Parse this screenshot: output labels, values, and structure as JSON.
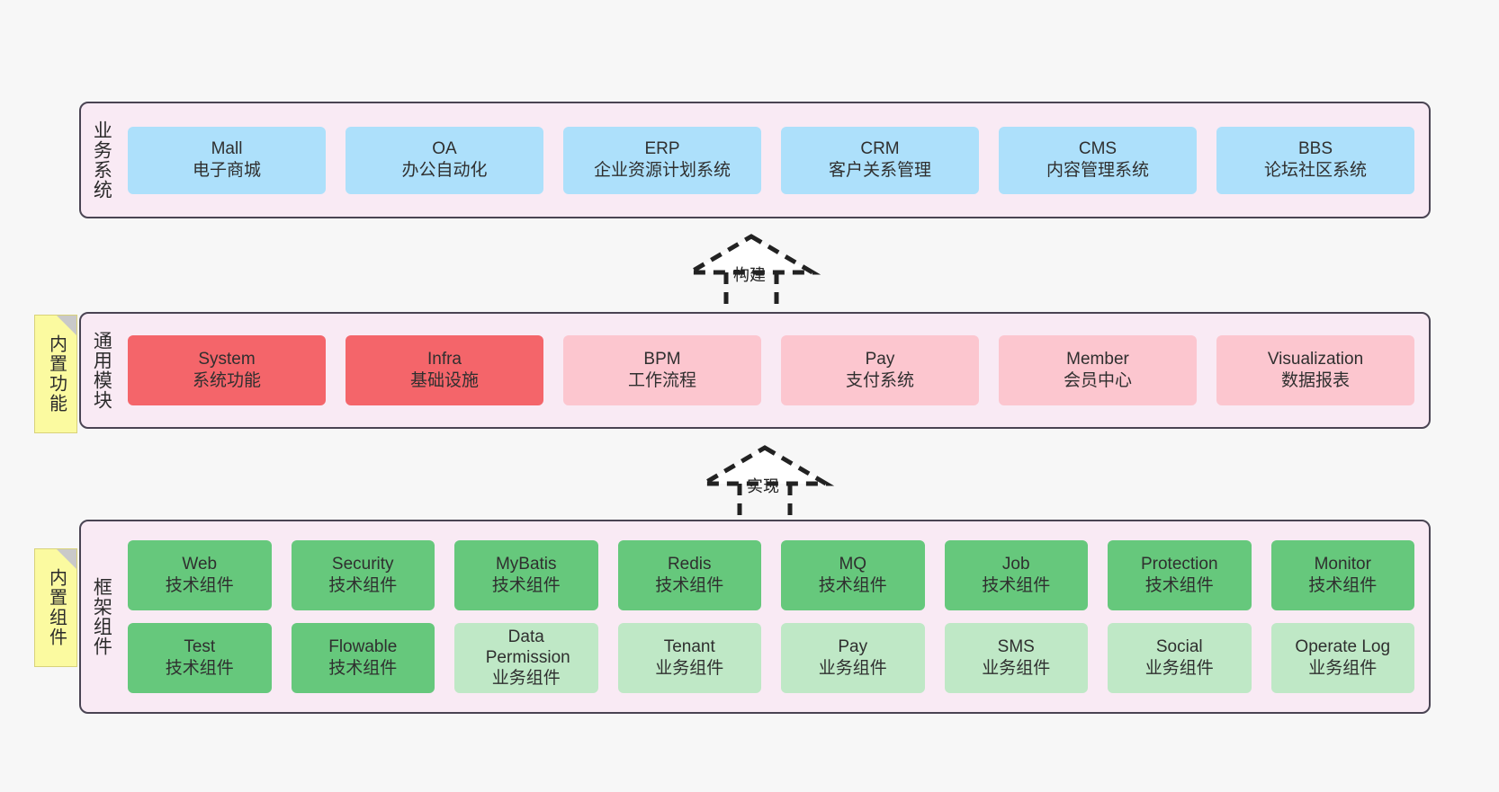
{
  "diagram": {
    "background_color": "#f7f7f7",
    "container_fill": "#f9eaf4",
    "container_border": "#4a4453"
  },
  "layers": [
    {
      "id": "business-systems",
      "title": "业务系统",
      "rows": [
        {
          "cards": [
            {
              "name": "Mall",
              "desc": "电子商城",
              "color": "#ade0fb",
              "style": "c-blue"
            },
            {
              "name": "OA",
              "desc": "办公自动化",
              "color": "#ade0fb",
              "style": "c-blue"
            },
            {
              "name": "ERP",
              "desc": "企业资源计划系统",
              "color": "#ade0fb",
              "style": "c-blue"
            },
            {
              "name": "CRM",
              "desc": "客户关系管理",
              "color": "#ade0fb",
              "style": "c-blue"
            },
            {
              "name": "CMS",
              "desc": "内容管理系统",
              "color": "#ade0fb",
              "style": "c-blue"
            },
            {
              "name": "BBS",
              "desc": "论坛社区系统",
              "color": "#ade0fb",
              "style": "c-blue"
            }
          ]
        }
      ]
    },
    {
      "id": "common-modules",
      "title": "通用模块",
      "note": "内置功能",
      "rows": [
        {
          "cards": [
            {
              "name": "System",
              "desc": "系统功能",
              "color": "#f4656a",
              "style": "c-red"
            },
            {
              "name": "Infra",
              "desc": "基础设施",
              "color": "#f4656a",
              "style": "c-red"
            },
            {
              "name": "BPM",
              "desc": "工作流程",
              "color": "#fcc6cf",
              "style": "c-pink"
            },
            {
              "name": "Pay",
              "desc": "支付系统",
              "color": "#fcc6cf",
              "style": "c-pink"
            },
            {
              "name": "Member",
              "desc": "会员中心",
              "color": "#fcc6cf",
              "style": "c-pink"
            },
            {
              "name": "Visualization",
              "desc": "数据报表",
              "color": "#fcc6cf",
              "style": "c-pink"
            }
          ]
        }
      ]
    },
    {
      "id": "framework-components",
      "title": "框架组件",
      "note": "内置组件",
      "rows": [
        {
          "cards": [
            {
              "name": "Web",
              "desc": "技术组件",
              "color": "#66c87c",
              "style": "c-green"
            },
            {
              "name": "Security",
              "desc": "技术组件",
              "color": "#66c87c",
              "style": "c-green"
            },
            {
              "name": "MyBatis",
              "desc": "技术组件",
              "color": "#66c87c",
              "style": "c-green"
            },
            {
              "name": "Redis",
              "desc": "技术组件",
              "color": "#66c87c",
              "style": "c-green"
            },
            {
              "name": "MQ",
              "desc": "技术组件",
              "color": "#66c87c",
              "style": "c-green"
            },
            {
              "name": "Job",
              "desc": "技术组件",
              "color": "#66c87c",
              "style": "c-green"
            },
            {
              "name": "Protection",
              "desc": "技术组件",
              "color": "#66c87c",
              "style": "c-green"
            },
            {
              "name": "Monitor",
              "desc": "技术组件",
              "color": "#66c87c",
              "style": "c-green"
            }
          ]
        },
        {
          "cards": [
            {
              "name": "Test",
              "desc": "技术组件",
              "color": "#66c87c",
              "style": "c-green"
            },
            {
              "name": "Flowable",
              "desc": "技术组件",
              "color": "#66c87c",
              "style": "c-green"
            },
            {
              "name": "Data Permission",
              "desc": "业务组件",
              "color": "#bfe8c6",
              "style": "c-lightgreen"
            },
            {
              "name": "Tenant",
              "desc": "业务组件",
              "color": "#bfe8c6",
              "style": "c-lightgreen"
            },
            {
              "name": "Pay",
              "desc": "业务组件",
              "color": "#bfe8c6",
              "style": "c-lightgreen"
            },
            {
              "name": "SMS",
              "desc": "业务组件",
              "color": "#bfe8c6",
              "style": "c-lightgreen"
            },
            {
              "name": "Social",
              "desc": "业务组件",
              "color": "#bfe8c6",
              "style": "c-lightgreen"
            },
            {
              "name": "Operate Log",
              "desc": "业务组件",
              "color": "#bfe8c6",
              "style": "c-lightgreen"
            }
          ]
        }
      ]
    }
  ],
  "connectors": [
    {
      "id": "build",
      "label": "构建",
      "from": "common-modules",
      "to": "business-systems"
    },
    {
      "id": "realize",
      "label": "实现",
      "from": "framework-components",
      "to": "common-modules"
    }
  ]
}
